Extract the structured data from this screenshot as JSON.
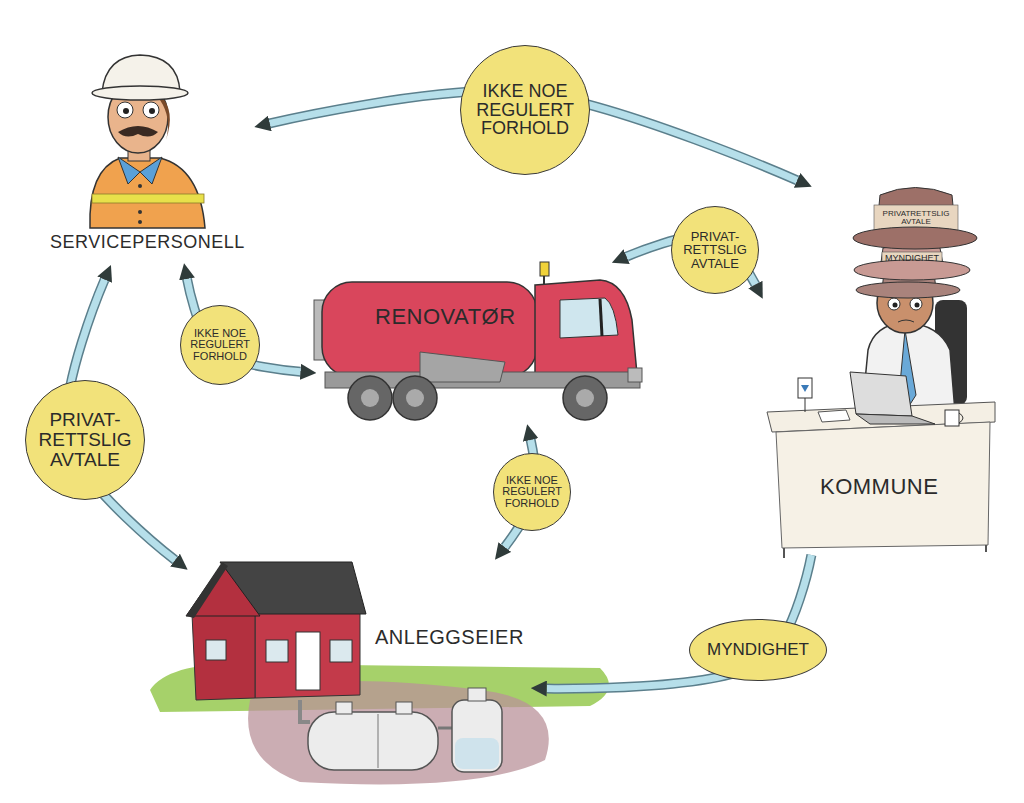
{
  "diagram": {
    "nodes": [
      {
        "text": [
          "SERVICEPERSONELL"
        ]
      },
      {
        "text": [
          "RENOVATØR"
        ]
      },
      {
        "text": [
          "KOMMUNE"
        ]
      },
      {
        "text": [
          "ANLEGGSEIER"
        ]
      }
    ],
    "edges": [
      {
        "from": 0,
        "to": 2,
        "arrow": "both",
        "label": "IKKE NOE REGULERT FORHOLD"
      },
      {
        "from": 2,
        "to": 1,
        "arrow": "both",
        "label": "PRIVAT- RETTSLIG AVTALE"
      },
      {
        "from": 0,
        "to": 1,
        "arrow": "both",
        "label": "IKKE NOE REGULERT FORHOLD"
      },
      {
        "from": 0,
        "to": 3,
        "arrow": "both",
        "label": "PRIVAT- RETTSLIG AVTALE"
      },
      {
        "from": 1,
        "to": 3,
        "arrow": "both",
        "label": "IKKE NOE REGULERT FORHOLD"
      },
      {
        "from": 2,
        "to": 3,
        "arrow": "to",
        "label": "MYNDIGHET"
      }
    ],
    "labels": [
      "PRIVATRETTSLIG AVTALE",
      "MYNDIGHET"
    ]
  }
}
